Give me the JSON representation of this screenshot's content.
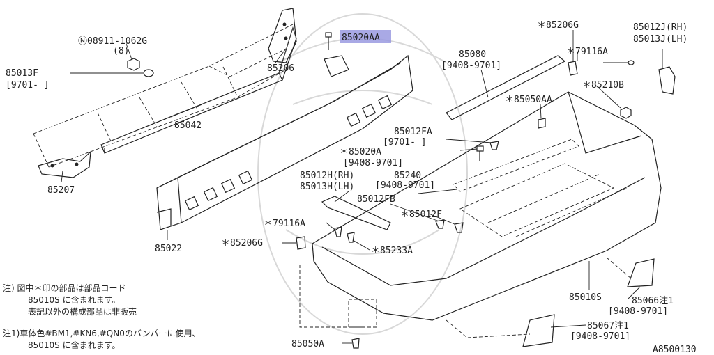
{
  "labels": {
    "p08911": "Ⓝ08911-1062G",
    "p08911_qty": "(8)",
    "p85013F": "85013F",
    "p85013F_range": "[9701-      ]",
    "p85042": "85042",
    "p85206": "85206",
    "p85207": "85207",
    "p85022": "85022",
    "p85020AA": "85020AA",
    "p85080": "85080",
    "p85080_range": "[9408-9701]",
    "p85206G_top": "＊85206G",
    "p79116A_top": "＊79116A",
    "p85012J": "85012J(RH)",
    "p85013J": "85013J(LH)",
    "p85210B": "＊85210B",
    "p85050AA": "＊85050AA",
    "p85012FA": "85012FA",
    "p85012FA_range": "[9701-      ]",
    "p85020A": "＊85020A",
    "p85020A_range": "[9408-9701]",
    "p85012H": "85012H(RH)",
    "p85013H": "85013H(LH)",
    "p85240": "85240",
    "p85240_range": "[9408-9701]",
    "p85012FB": "85012FB",
    "p85012F": "＊85012F",
    "p79116A_left": "＊79116A",
    "p85206G_left": "＊85206G",
    "p85233A": "＊85233A",
    "p85010S": "85010S",
    "p85066": "85066注1",
    "p85066_range": "[9408-9701]",
    "p85067": "85067注1",
    "p85067_range": "[9408-9701]",
    "p85050A": "85050A",
    "diagram_id": "A8500130"
  },
  "notes": {
    "n1_line1": "注) 図中＊印の部品は部品コード",
    "n1_line2": "85010S に含まれます。",
    "n1_line3": "表記以外の構成部品は非販売",
    "n2_line1": "注1)車体色#BM1,#KN6,#QN0のバンパーに使用、",
    "n2_line2": "85010S に含まれます。"
  },
  "colors": {
    "highlight": "#9a9ae0",
    "line": "#222222"
  }
}
